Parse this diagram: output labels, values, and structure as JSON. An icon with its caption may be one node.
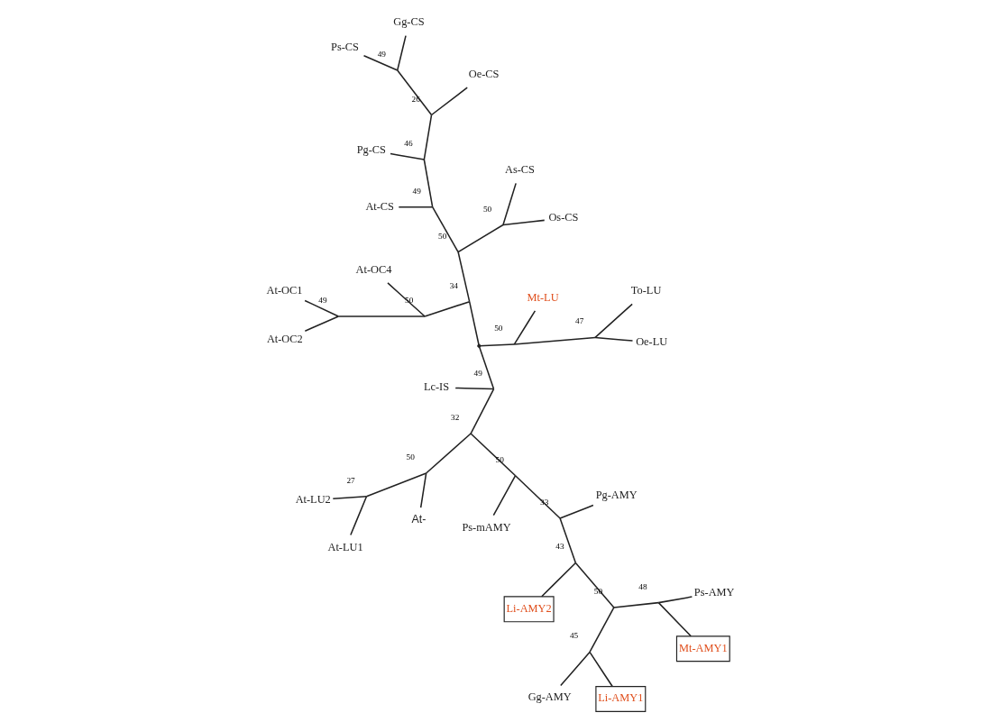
{
  "diagram": {
    "nodes": [
      {
        "text": [
          "At-LU2"
        ]
      },
      {
        "text": [
          "At-LU1"
        ]
      },
      {
        "text": [
          "At-"
        ]
      },
      {
        "text": [
          "Ps-mAMY"
        ]
      },
      {
        "text": [
          "Pg-AMY"
        ]
      },
      {
        "text": [
          "Li-AMY2"
        ]
      },
      {
        "text": [
          "Mt-AMY1"
        ]
      },
      {
        "text": [
          "Ps-AMY"
        ]
      },
      {
        "text": [
          "Gg-AMY"
        ]
      },
      {
        "text": [
          "Li-AMY1"
        ]
      },
      {
        "text": [
          "Lc-IS"
        ]
      },
      {
        "text": [
          "Ps-CS"
        ]
      },
      {
        "text": [
          "Gg-CS"
        ]
      },
      {
        "text": [
          "Mt-LU"
        ]
      },
      {
        "text": [
          "Oe-CS"
        ]
      },
      {
        "text": [
          "Oe-LU"
        ]
      },
      {
        "text": [
          "Pg-CS"
        ]
      },
      {
        "text": [
          "To-LU"
        ]
      },
      {
        "text": [
          "At-CS"
        ]
      },
      {
        "text": [
          "At-OC4"
        ]
      },
      {
        "text": [
          "As-CS"
        ]
      },
      {
        "text": [
          "At-OC2"
        ]
      },
      {
        "text": [
          "Os-CS"
        ]
      },
      {
        "text": [
          "At-OC1"
        ]
      },
      {
        "text": [],
        "shape": "point",
        "beside": [
          "27"
        ]
      },
      {
        "text": [],
        "shape": "point",
        "beside": [
          "50"
        ]
      },
      {
        "text": [],
        "shape": "point",
        "beside": [
          "32"
        ]
      },
      {
        "text": [],
        "shape": "point",
        "beside": [
          "50"
        ]
      },
      {
        "text": [],
        "shape": "point",
        "beside": [
          "33"
        ]
      },
      {
        "text": [],
        "shape": "point",
        "beside": [
          "43"
        ]
      },
      {
        "text": [],
        "shape": "point",
        "beside": [
          "50"
        ]
      },
      {
        "text": [],
        "shape": "point",
        "beside": [
          "48"
        ]
      },
      {
        "text": [],
        "shape": "point",
        "beside": [
          "45"
        ]
      },
      {
        "text": [],
        "shape": "point",
        "beside": [
          "49"
        ]
      },
      {
        "text": [],
        "shape": "point"
      },
      {
        "text": [],
        "shape": "point",
        "beside": [
          "50"
        ]
      },
      {
        "text": [],
        "shape": "point",
        "beside": [
          "47"
        ]
      },
      {
        "text": [],
        "shape": "point",
        "beside": [
          "34"
        ]
      },
      {
        "text": [],
        "shape": "point",
        "beside": [
          "50"
        ]
      },
      {
        "text": [],
        "shape": "point",
        "beside": [
          "49"
        ]
      },
      {
        "text": [],
        "shape": "point",
        "beside": [
          "46"
        ]
      },
      {
        "text": [],
        "shape": "point",
        "beside": [
          "26"
        ]
      },
      {
        "text": [],
        "shape": "point",
        "beside": [
          "49"
        ]
      },
      {
        "text": [],
        "shape": "point",
        "beside": [
          "50"
        ]
      },
      {
        "text": [],
        "shape": "point",
        "beside": [
          "50"
        ]
      },
      {
        "text": [],
        "shape": "point",
        "beside": [
          "49"
        ]
      }
    ],
    "edges": [
      {
        "from": 24,
        "to": 1,
        "arrow": "none"
      },
      {
        "from": 24,
        "to": 0,
        "arrow": "none"
      },
      {
        "from": 25,
        "to": 2,
        "arrow": "none"
      },
      {
        "from": 25,
        "to": 24,
        "arrow": "none"
      },
      {
        "from": 26,
        "to": 25,
        "arrow": "none"
      },
      {
        "from": 26,
        "to": 27,
        "arrow": "none"
      },
      {
        "from": 27,
        "to": 3,
        "arrow": "none"
      },
      {
        "from": 27,
        "to": 28,
        "arrow": "none"
      },
      {
        "from": 28,
        "to": 4,
        "arrow": "none"
      },
      {
        "from": 28,
        "to": 29,
        "arrow": "none"
      },
      {
        "from": 29,
        "to": 5,
        "arrow": "none"
      },
      {
        "from": 29,
        "to": 30,
        "arrow": "none"
      },
      {
        "from": 30,
        "to": 31,
        "arrow": "none"
      },
      {
        "from": 30,
        "to": 32,
        "arrow": "none"
      },
      {
        "from": 31,
        "to": 6,
        "arrow": "none"
      },
      {
        "from": 31,
        "to": 7,
        "arrow": "none"
      },
      {
        "from": 32,
        "to": 8,
        "arrow": "none"
      },
      {
        "from": 32,
        "to": 9,
        "arrow": "none"
      },
      {
        "from": 33,
        "to": 10,
        "arrow": "none"
      },
      {
        "from": 33,
        "to": 26,
        "arrow": "none"
      },
      {
        "from": 33,
        "to": 34,
        "arrow": "none"
      },
      {
        "from": 34,
        "to": 35,
        "arrow": "none"
      },
      {
        "from": 34,
        "to": 37,
        "arrow": "none"
      },
      {
        "from": 35,
        "to": 13,
        "arrow": "none"
      },
      {
        "from": 35,
        "to": 36,
        "arrow": "none"
      },
      {
        "from": 36,
        "to": 15,
        "arrow": "none"
      },
      {
        "from": 36,
        "to": 17,
        "arrow": "none"
      },
      {
        "from": 37,
        "to": 38,
        "arrow": "none"
      },
      {
        "from": 37,
        "to": 44,
        "arrow": "none"
      },
      {
        "from": 38,
        "to": 39,
        "arrow": "none"
      },
      {
        "from": 38,
        "to": 43,
        "arrow": "none"
      },
      {
        "from": 43,
        "to": 20,
        "arrow": "none"
      },
      {
        "from": 43,
        "to": 22,
        "arrow": "none"
      },
      {
        "from": 39,
        "to": 18,
        "arrow": "none"
      },
      {
        "from": 39,
        "to": 40,
        "arrow": "none"
      },
      {
        "from": 40,
        "to": 16,
        "arrow": "none"
      },
      {
        "from": 40,
        "to": 41,
        "arrow": "none"
      },
      {
        "from": 41,
        "to": 14,
        "arrow": "none"
      },
      {
        "from": 41,
        "to": 42,
        "arrow": "none"
      },
      {
        "from": 42,
        "to": 11,
        "arrow": "none"
      },
      {
        "from": 42,
        "to": 12,
        "arrow": "none"
      },
      {
        "from": 44,
        "to": 19,
        "arrow": "none"
      },
      {
        "from": 44,
        "to": 45,
        "arrow": "none"
      },
      {
        "from": 45,
        "to": 21,
        "arrow": "none"
      },
      {
        "from": 45,
        "to": 23,
        "arrow": "none"
      }
    ]
  }
}
